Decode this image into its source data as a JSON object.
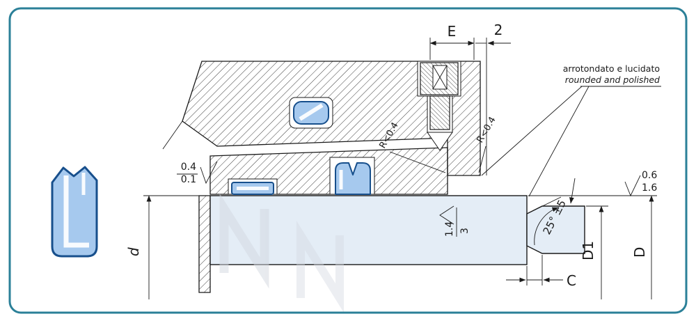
{
  "colors": {
    "border": "#2b8098",
    "line": "#1a1a1a",
    "seal_fill": "#a6c9ee",
    "seal_stroke": "#174f8c",
    "metal_fill": "#e4edf6",
    "watermark": "#d2d7df"
  },
  "labels": {
    "dim_e": "E",
    "dim_two": "2",
    "dim_d": "d",
    "dim_d1": "D1",
    "dim_big_d": "D",
    "dim_c": "C",
    "angle": "25° ±5",
    "radius_left": "R<0.4",
    "radius_right": "R<0.4",
    "rough_bore_top": "0.4",
    "rough_bore_bottom": "0.1",
    "rough_shaft_top": "0.6",
    "rough_shaft_bottom": "1.6",
    "rough_seat_left": "1.4",
    "rough_seat_right": "3",
    "note_line1": "arrotondato e lucidato",
    "note_line2": "rounded and polished"
  }
}
